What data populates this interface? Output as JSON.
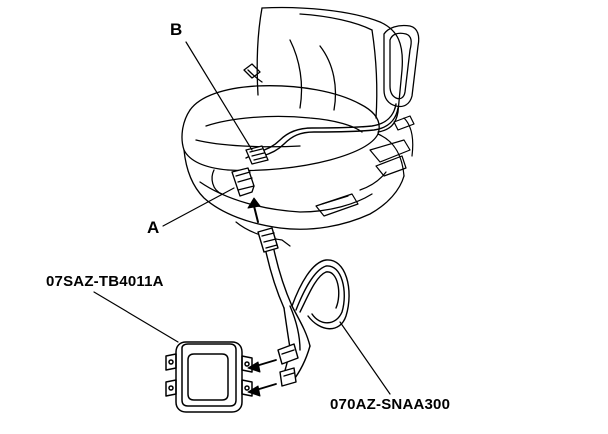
{
  "callouts": {
    "b": "B",
    "a": "A",
    "tool_box": "07SAZ-TB4011A",
    "tool_harness": "070AZ-SNAA300"
  },
  "colors": {
    "line": "#000000",
    "background": "#ffffff"
  }
}
